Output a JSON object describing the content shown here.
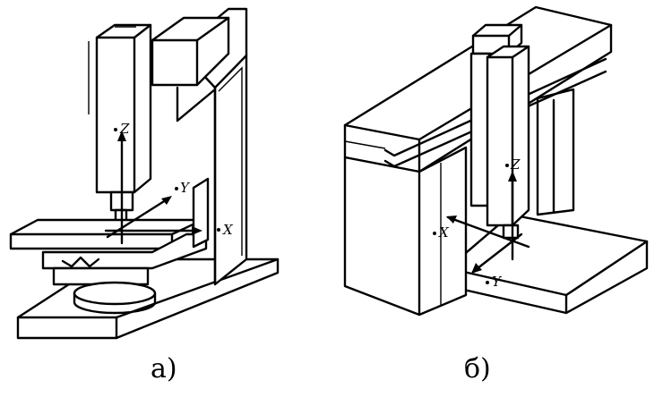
{
  "figure_a": {
    "caption": "а)",
    "axes": {
      "z": "Z",
      "y": "Y",
      "x": "X"
    }
  },
  "figure_b": {
    "caption": "б)",
    "axes": {
      "z": "Z",
      "x": "X",
      "y": "Y"
    }
  }
}
